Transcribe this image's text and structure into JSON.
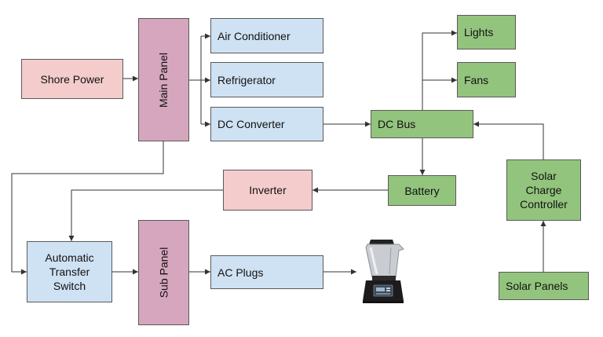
{
  "colors": {
    "pink": "#f4cccc",
    "mauve": "#d5a6bd",
    "blue": "#cfe2f3",
    "green": "#93c47d",
    "line": "#333333"
  },
  "nodes": {
    "shore_power": "Shore Power",
    "main_panel": "Main Panel",
    "air_conditioner": "Air Conditioner",
    "refrigerator": "Refrigerator",
    "dc_converter": "DC Converter",
    "dc_bus": "DC Bus",
    "lights": "Lights",
    "fans": "Fans",
    "battery": "Battery",
    "inverter": "Inverter",
    "solar_charge_controller": "Solar\nCharge\nController",
    "automatic_transfer_switch": "Automatic\nTransfer\nSwitch",
    "sub_panel": "Sub Panel",
    "ac_plugs": "AC Plugs",
    "solar_panels": "Solar Panels"
  },
  "icons": {
    "appliance": "blender-icon"
  }
}
